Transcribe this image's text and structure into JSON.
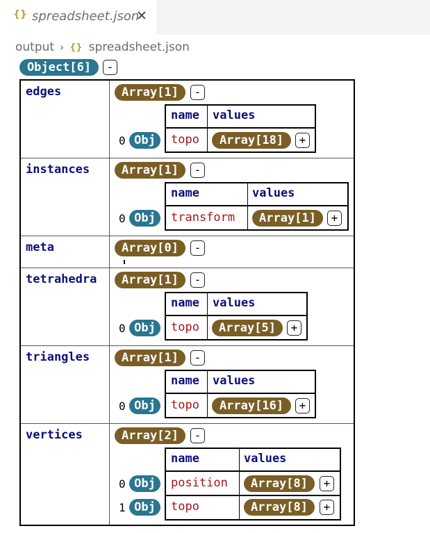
{
  "tab": {
    "icon": "{}",
    "title": "spreadsheet.json",
    "close": "✕"
  },
  "breadcrumb": {
    "root": "output",
    "separator": "›",
    "icon": "{}",
    "file": "spreadsheet.json"
  },
  "root": {
    "label": "Object[6]",
    "toggle": "-"
  },
  "obj_label": "Obj",
  "plus": "+",
  "minus": "-",
  "rows": [
    {
      "key": "edges",
      "array": "Array[1]",
      "headers": [
        "name",
        "values"
      ],
      "items": [
        {
          "index": "0",
          "name": "topo",
          "values": "Array[18]"
        }
      ]
    },
    {
      "key": "instances",
      "array": "Array[1]",
      "headers": [
        "name",
        "values"
      ],
      "items": [
        {
          "index": "0",
          "name": "transform",
          "values": "Array[1]"
        }
      ]
    },
    {
      "key": "meta",
      "array": "Array[0]"
    },
    {
      "key": "tetrahedra",
      "array": "Array[1]",
      "headers": [
        "name",
        "values"
      ],
      "items": [
        {
          "index": "0",
          "name": "topo",
          "values": "Array[5]"
        }
      ]
    },
    {
      "key": "triangles",
      "array": "Array[1]",
      "headers": [
        "name",
        "values"
      ],
      "items": [
        {
          "index": "0",
          "name": "topo",
          "values": "Array[16]"
        }
      ]
    },
    {
      "key": "vertices",
      "array": "Array[2]",
      "headers": [
        "name",
        "values"
      ],
      "items": [
        {
          "index": "0",
          "name": "position",
          "values": "Array[8]"
        },
        {
          "index": "1",
          "name": "topo",
          "values": "Array[8]"
        }
      ]
    }
  ],
  "colors": {
    "object_pill": "#2a7590",
    "array_pill": "#7a5e26",
    "key": "#0e0e7a",
    "string": "#a31515",
    "json_icon": "#b8a73f"
  }
}
